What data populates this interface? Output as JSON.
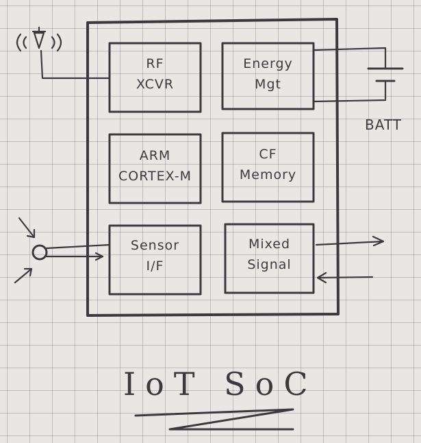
{
  "title": "IoT SoC",
  "blocks": {
    "rf": {
      "line1": "RF",
      "line2": "XCVR"
    },
    "energy": {
      "line1": "Energy",
      "line2": "Mgt"
    },
    "arm": {
      "line1": "ARM",
      "line2": "CORTEX-M"
    },
    "memory": {
      "line1": "CF",
      "line2": "Memory"
    },
    "sensor": {
      "line1": "Sensor",
      "line2": "I/F"
    },
    "mixed": {
      "line1": "Mixed",
      "line2": "Signal"
    }
  },
  "battery_label": "BATT",
  "ink_color": "#3a3a3e",
  "paper_color": "#e9e7e4",
  "icons": [
    "antenna-icon",
    "battery-icon",
    "sensor-icon"
  ]
}
